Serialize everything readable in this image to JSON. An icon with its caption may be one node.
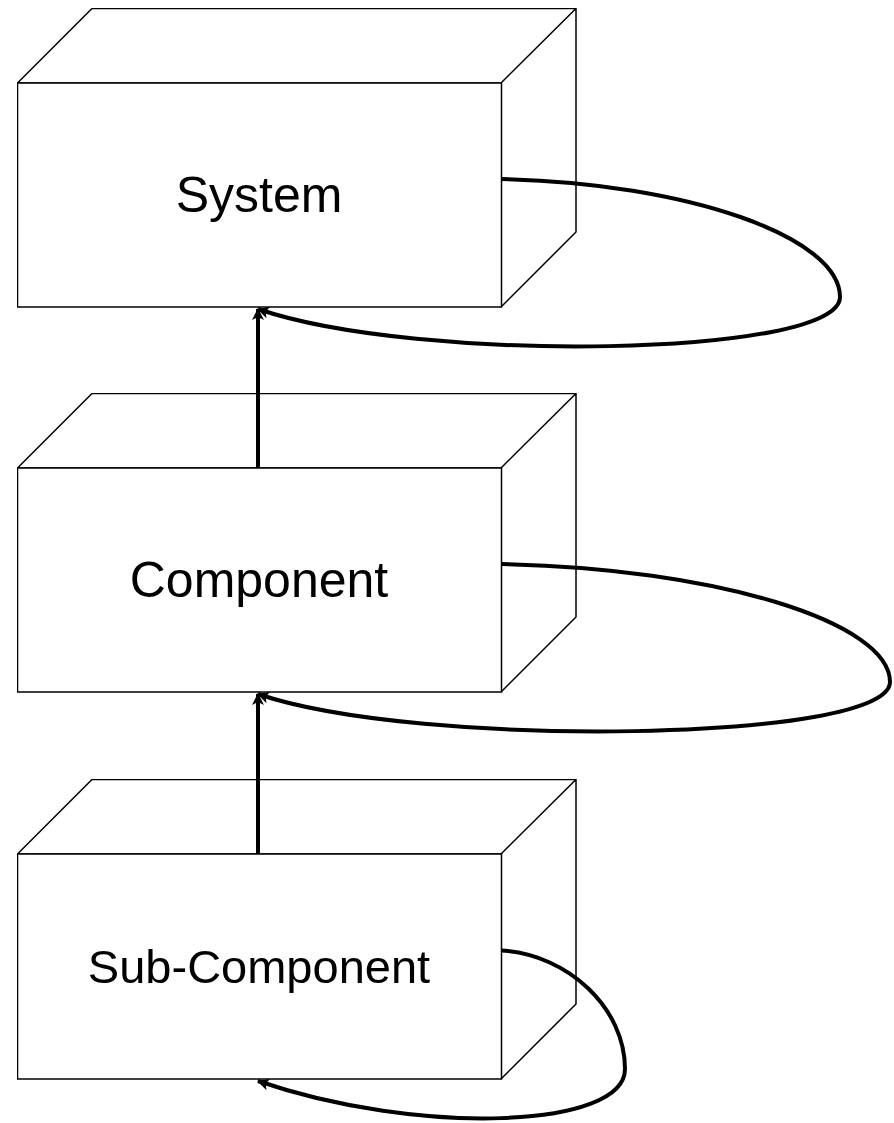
{
  "diagram": {
    "nodes": [
      {
        "text": [
          "System"
        ]
      },
      {
        "text": [
          "Component"
        ]
      },
      {
        "text": [
          "Sub-Component"
        ]
      }
    ],
    "edges": [
      {
        "from": 0,
        "to": 0,
        "arrow": "to"
      },
      {
        "from": 1,
        "to": 0,
        "arrow": "to"
      },
      {
        "from": 1,
        "to": 1,
        "arrow": "to"
      },
      {
        "from": 2,
        "to": 1,
        "arrow": "to"
      },
      {
        "from": 2,
        "to": 2,
        "arrow": "to"
      }
    ]
  }
}
